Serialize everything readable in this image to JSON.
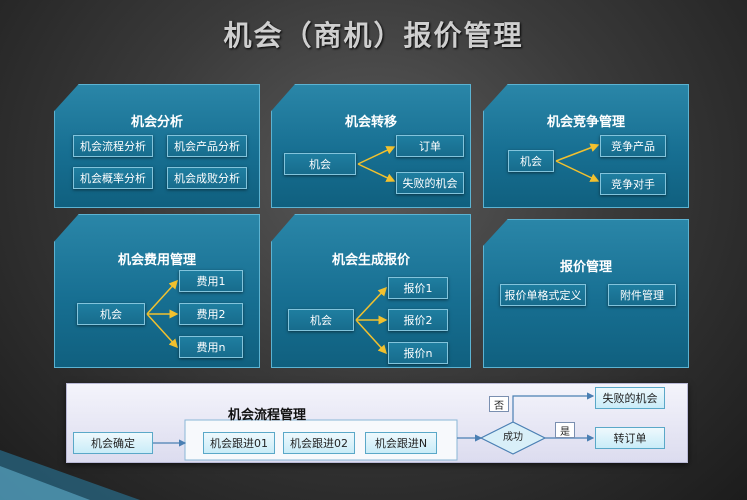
{
  "title": "机会（商机）报价管理",
  "panels": {
    "analysis": {
      "title": "机会分析",
      "items": [
        "机会流程分析",
        "机会产品分析",
        "机会概率分析",
        "机会成败分析"
      ]
    },
    "transfer": {
      "title": "机会转移",
      "source": "机会",
      "targets": [
        "订单",
        "失败的机会"
      ]
    },
    "competition": {
      "title": "机会竞争管理",
      "source": "机会",
      "targets": [
        "竞争产品",
        "竞争对手"
      ]
    },
    "cost": {
      "title": "机会费用管理",
      "source": "机会",
      "targets": [
        "费用1",
        "费用2",
        "费用n"
      ]
    },
    "quote": {
      "title": "机会生成报价",
      "source": "机会",
      "targets": [
        "报价1",
        "报价2",
        "报价n"
      ]
    },
    "quote_mgmt": {
      "title": "报价管理",
      "items": [
        "报价单格式定义",
        "附件管理"
      ]
    }
  },
  "flow": {
    "title": "机会流程管理",
    "start": "机会确定",
    "steps": [
      "机会跟进01",
      "机会跟进02",
      "机会跟进N"
    ],
    "decision": "成功",
    "no_label": "否",
    "yes_label": "是",
    "fail_target": "失败的机会",
    "success_target": "转订单"
  },
  "colors": {
    "panel": "#176f92",
    "panel_border": "#5cb3d2",
    "arrow": "#f2c12e",
    "flow_bg": "#e8e8f5"
  }
}
